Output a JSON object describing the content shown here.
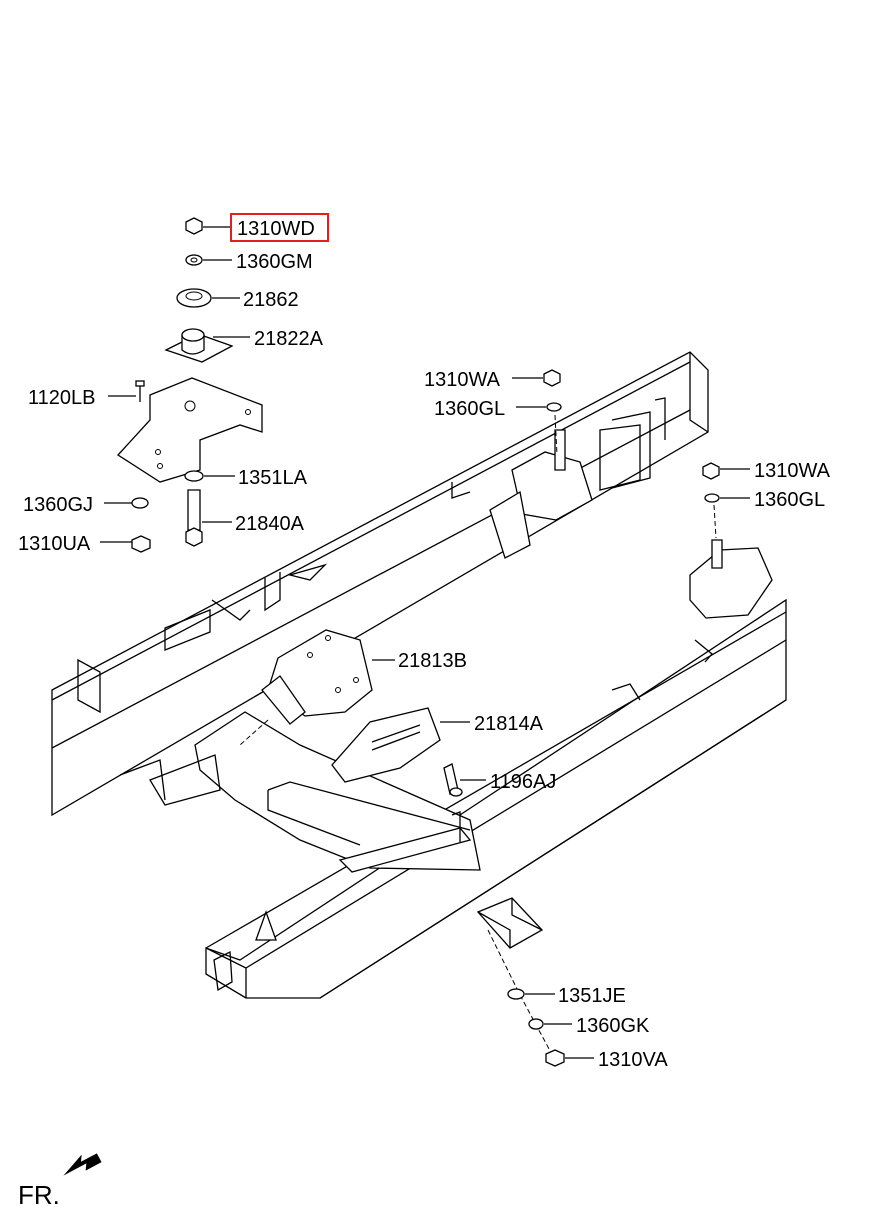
{
  "diagram": {
    "highlight_color": "#e02020",
    "parts": [
      {
        "id": "p1",
        "label": "1310WD",
        "highlighted": true
      },
      {
        "id": "p2",
        "label": "1360GM"
      },
      {
        "id": "p3",
        "label": "21862"
      },
      {
        "id": "p4",
        "label": "21822A"
      },
      {
        "id": "p5",
        "label": "1120LB"
      },
      {
        "id": "p6",
        "label": "1351LA"
      },
      {
        "id": "p7",
        "label": "1360GJ"
      },
      {
        "id": "p8",
        "label": "21840A"
      },
      {
        "id": "p9",
        "label": "1310UA"
      },
      {
        "id": "p10",
        "label": "1310WA"
      },
      {
        "id": "p11",
        "label": "1360GL"
      },
      {
        "id": "p12",
        "label": "1310WA"
      },
      {
        "id": "p13",
        "label": "1360GL"
      },
      {
        "id": "p14",
        "label": "21813B"
      },
      {
        "id": "p15",
        "label": "21814A"
      },
      {
        "id": "p16",
        "label": "1196AJ"
      },
      {
        "id": "p17",
        "label": "1351JE"
      },
      {
        "id": "p18",
        "label": "1360GK"
      },
      {
        "id": "p19",
        "label": "1310VA"
      }
    ],
    "direction_label": "FR."
  }
}
